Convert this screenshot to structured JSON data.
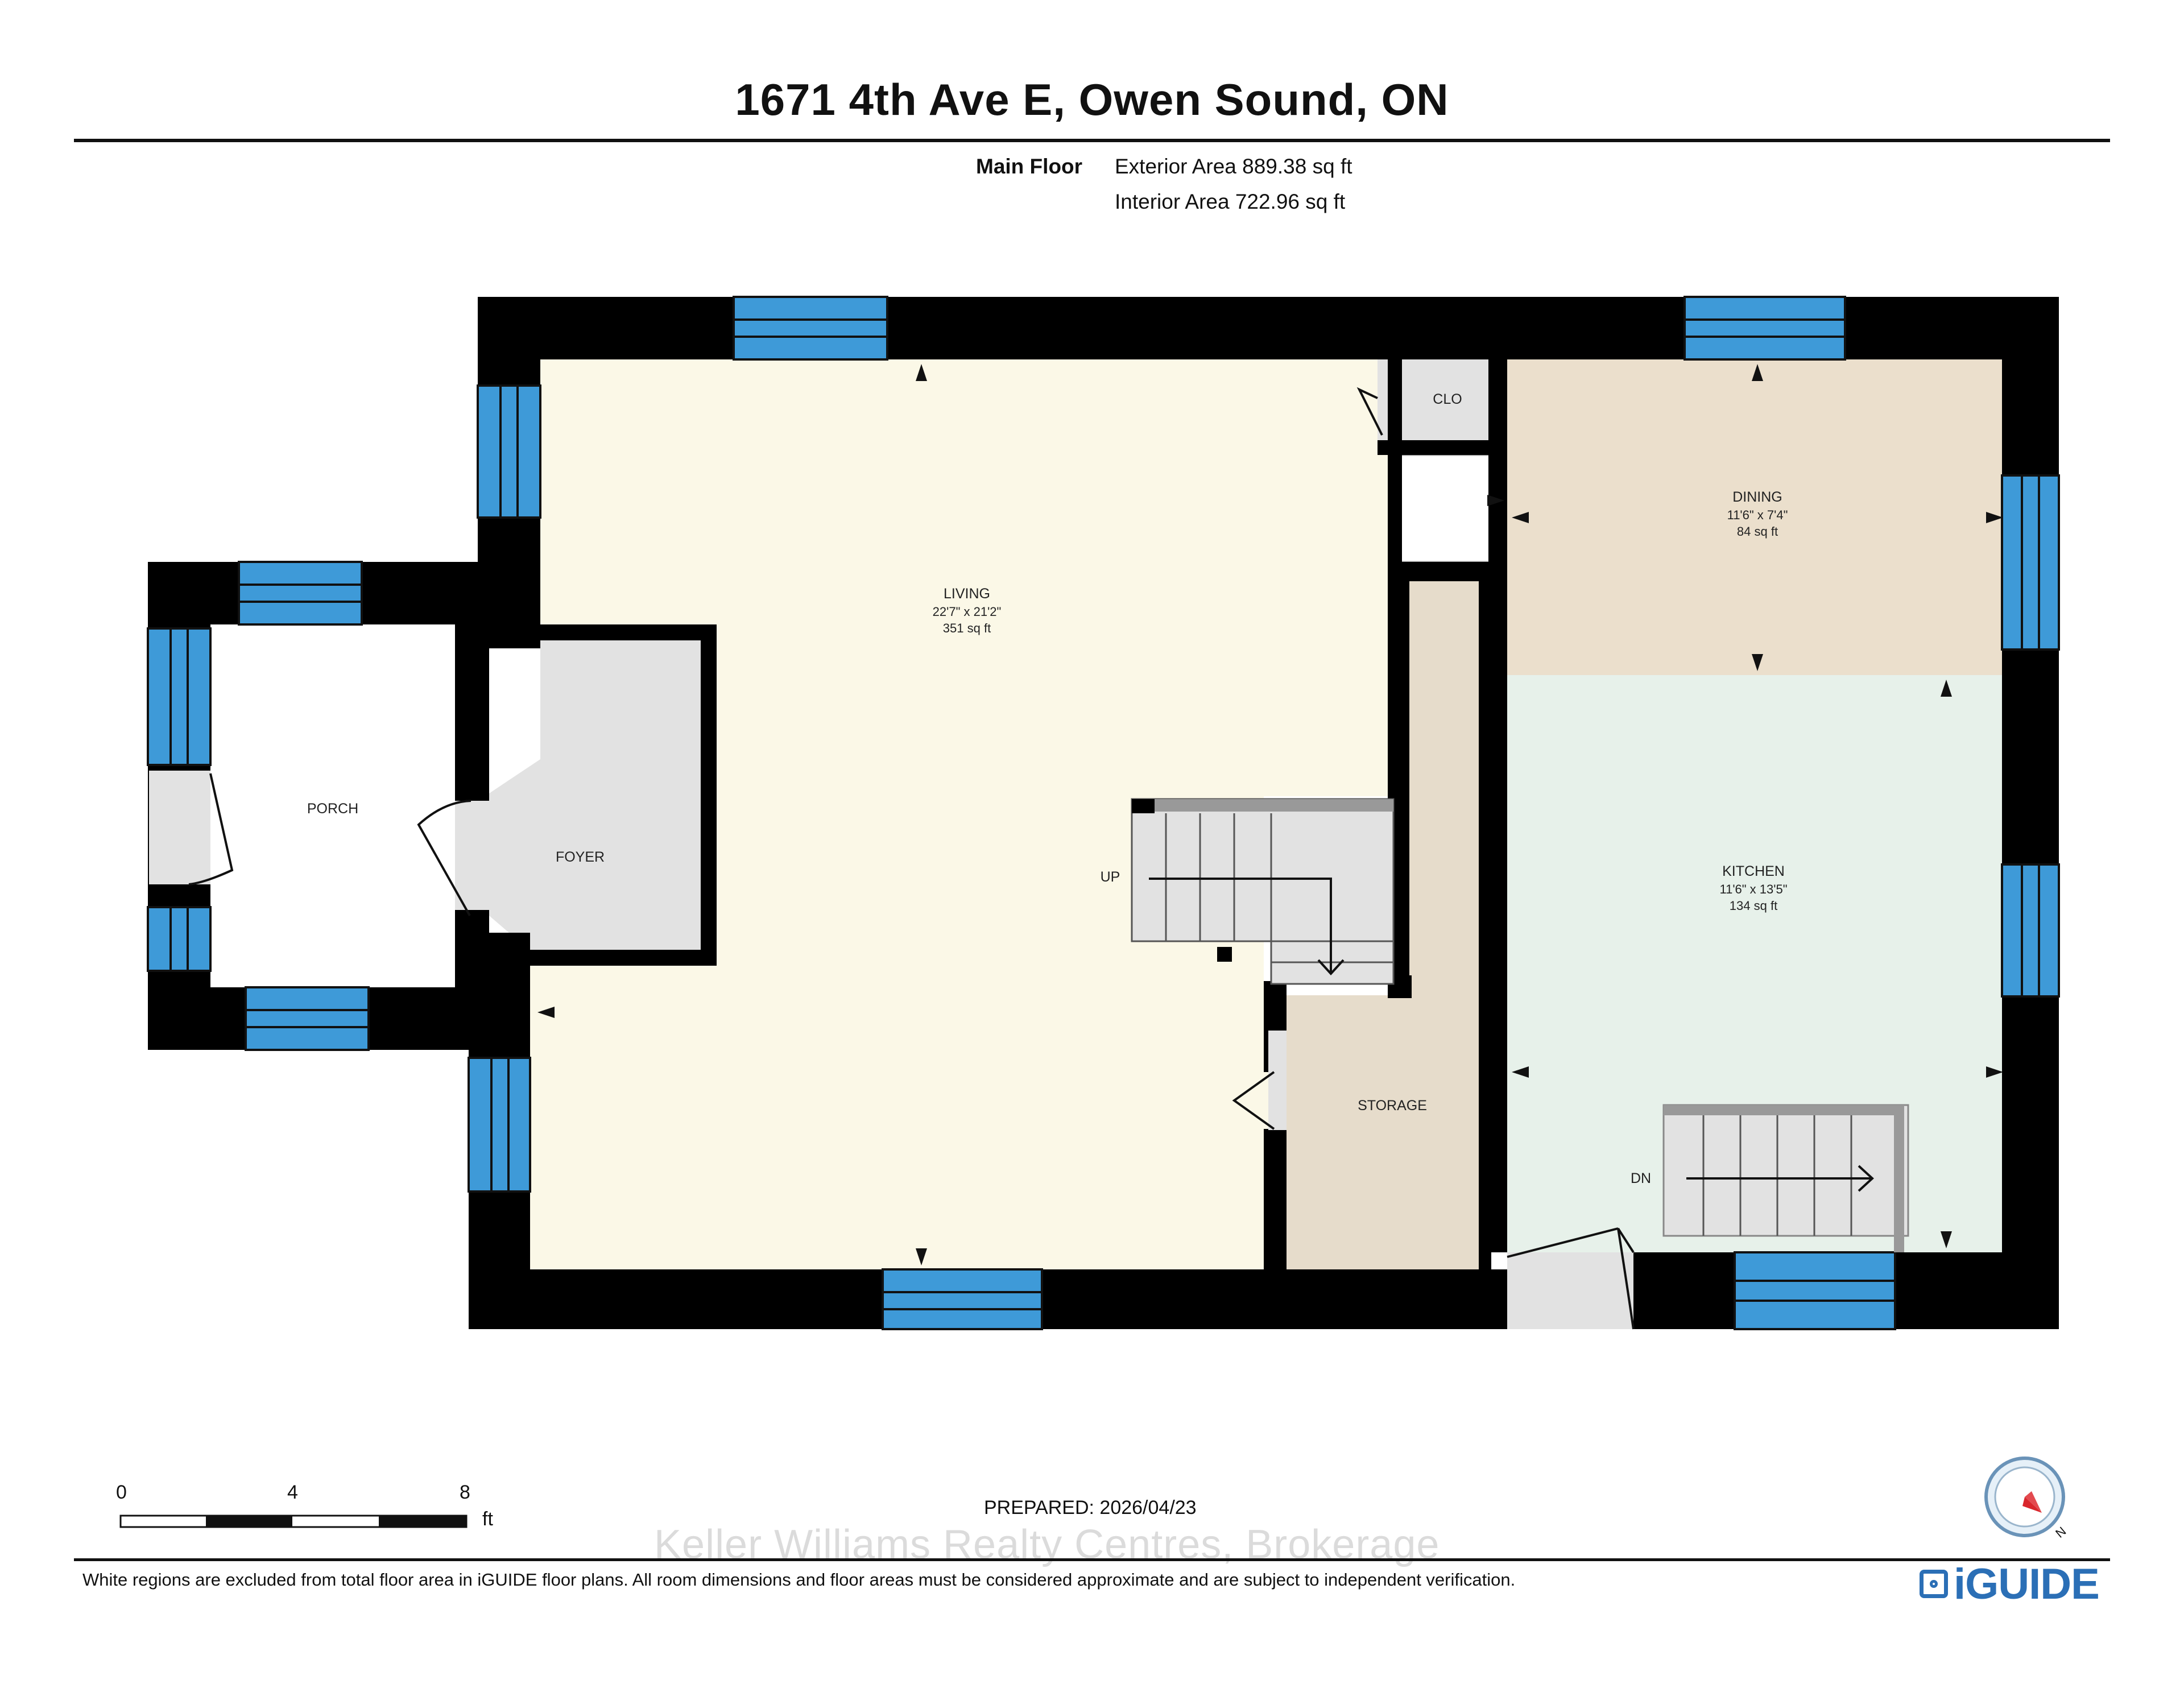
{
  "header": {
    "address": "1671 4th Ave E, Owen Sound, ON",
    "floor_name": "Main Floor",
    "exterior_area": "Exterior Area 889.38 sq ft",
    "interior_area": "Interior Area 722.96 sq ft"
  },
  "rooms": {
    "living": {
      "name": "LIVING",
      "dims": "22'7\" x 21'2\"",
      "area": "351 sq ft"
    },
    "dining": {
      "name": "DINING",
      "dims": "11'6\" x 7'4\"",
      "area": "84 sq ft"
    },
    "kitchen": {
      "name": "KITCHEN",
      "dims": "11'6\" x 13'5\"",
      "area": "134 sq ft"
    },
    "porch": {
      "name": "PORCH"
    },
    "foyer": {
      "name": "FOYER"
    },
    "storage": {
      "name": "STORAGE"
    },
    "closet": {
      "name": "CLO"
    },
    "stairs_up": "UP",
    "stairs_down": "DN"
  },
  "scale": {
    "ticks": [
      "0",
      "4",
      "8"
    ],
    "unit": "ft"
  },
  "footer": {
    "prepared": "PREPARED: 2026/04/23",
    "watermark": "Keller Williams Realty Centres, Brokerage",
    "disclaimer": "White regions are excluded from total floor area in iGUIDE floor plans. All room dimensions and floor areas must be considered approximate and are subject to independent verification.",
    "brand": "iGUIDE",
    "compass_label": "N"
  },
  "colors": {
    "wall": "#000000",
    "window": "#3e9ad8",
    "living_fill": "#fbf8e7",
    "dining_fill": "#ebdfcc",
    "kitchen_fill": "#e7f1ea",
    "storage_fill": "#e6dccb",
    "foyer_fill": "#e2e2e2",
    "brand": "#2b6fb6"
  }
}
